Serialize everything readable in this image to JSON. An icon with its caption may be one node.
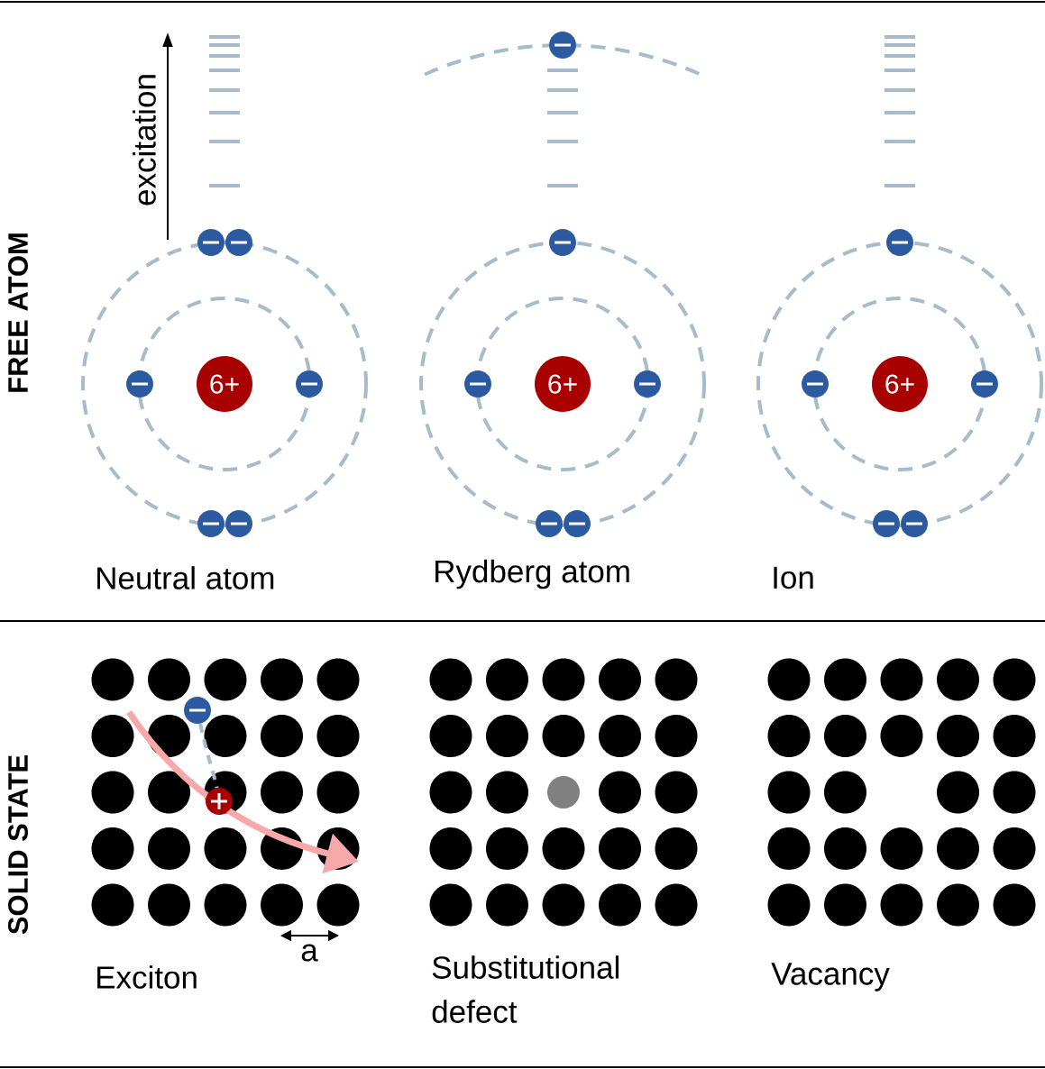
{
  "diagram": {
    "nodes": [
      {
        "text": [
          "6+"
        ]
      },
      {
        "text": [
          "6+"
        ]
      },
      {
        "text": [
          "6+"
        ]
      },
      {
        "text": [],
        "shape": "circle"
      },
      {
        "text": [],
        "shape": "circle"
      }
    ],
    "edges": [
      {
        "from": 3,
        "to": 4,
        "arrow": "none",
        "style": "dashed"
      }
    ],
    "labels": [
      "FREE ATOM",
      "excitation",
      "Neutral atom",
      "Rydberg atom",
      "Ion",
      "SOLID STATE",
      "Exciton",
      "a",
      "Substitutional defect",
      "Vacancy"
    ]
  }
}
